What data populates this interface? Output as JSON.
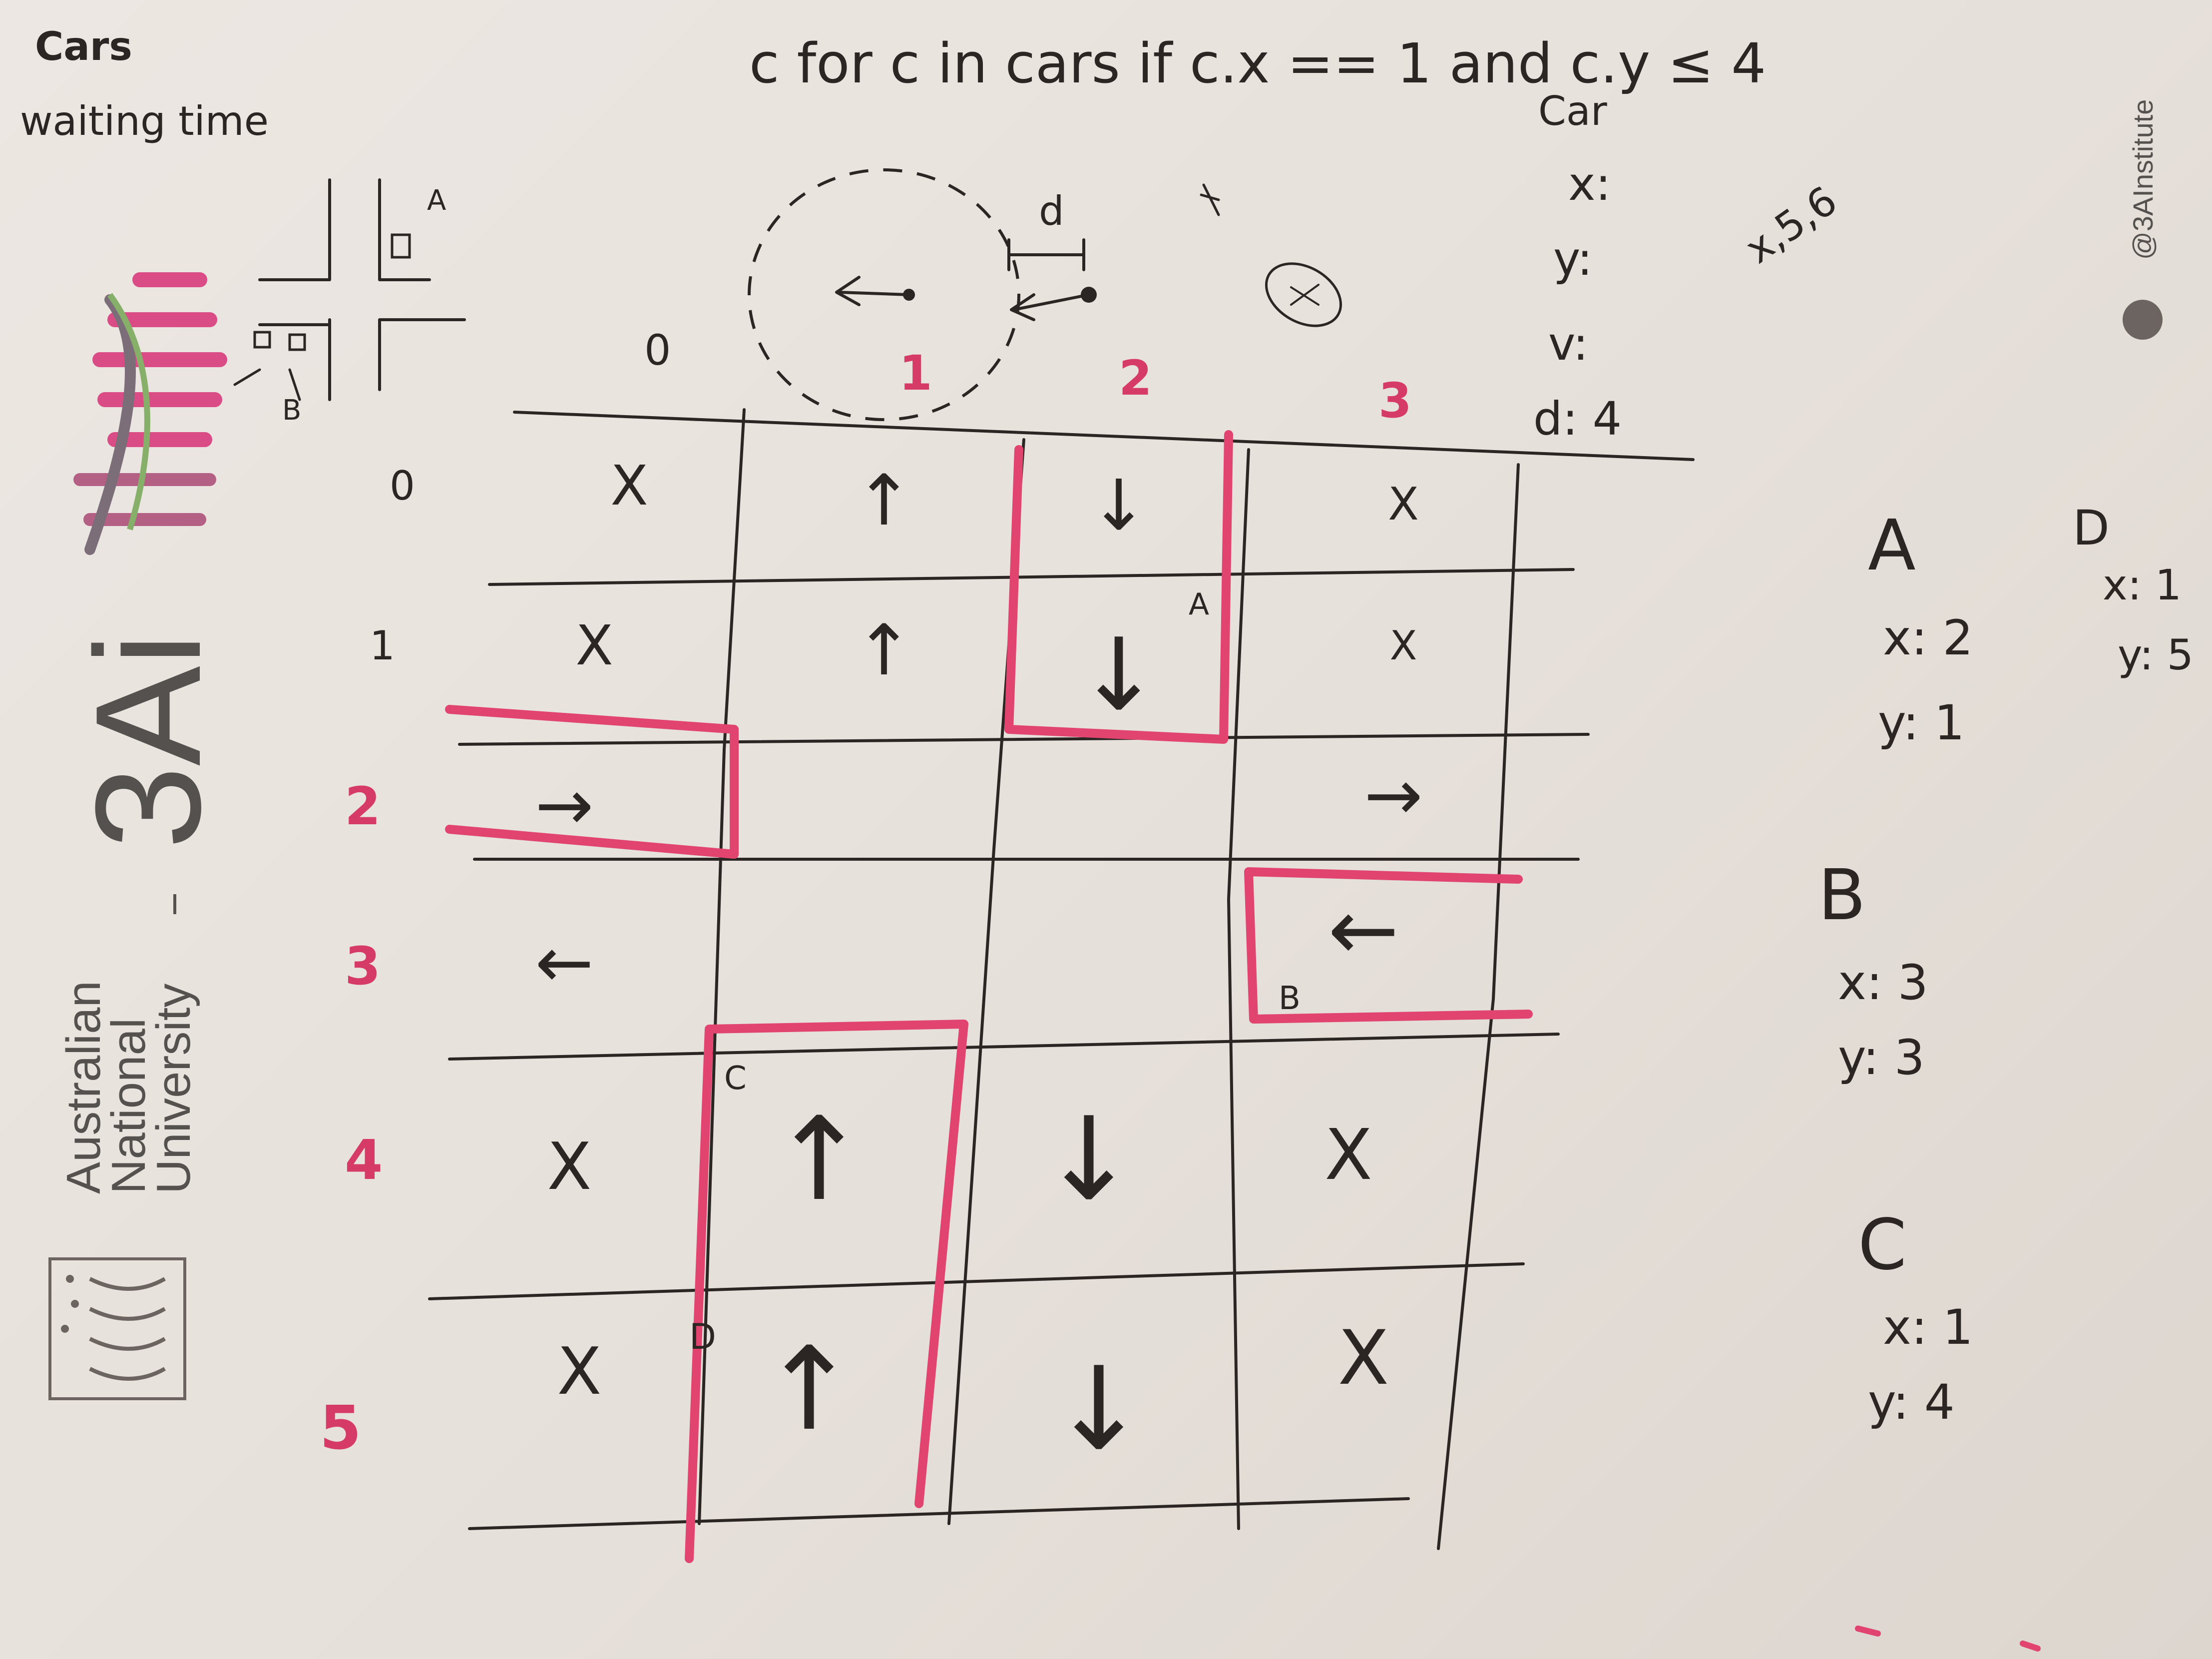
{
  "header": {
    "title_line1": "Cars",
    "title_line2": "waiting time",
    "code": "c for c in cars if c.x == 1 and c.y ≤ 4",
    "struct_title": "Car",
    "struct_fields": [
      "x:",
      "y:",
      "v:",
      "d: 4"
    ],
    "note": "x,5,6",
    "d_label": "d",
    "small_label_a": "A",
    "small_label_b": "B"
  },
  "branding": {
    "logo": "3Ai",
    "university_lines": [
      "Australian",
      "National",
      "University"
    ],
    "handle": "@3AInstitute"
  },
  "grid": {
    "columns": [
      "0",
      "1",
      "2",
      "3"
    ],
    "rows": [
      "0",
      "1",
      "2",
      "3",
      "4",
      "5"
    ],
    "cells": [
      [
        "X",
        "↑",
        "↓",
        "X"
      ],
      [
        "X",
        "↑",
        "↓",
        "X"
      ],
      [
        "→",
        "",
        "",
        "→"
      ],
      [
        "←",
        "",
        "",
        "←"
      ],
      [
        "X",
        "↑",
        "↓",
        "X"
      ],
      [
        "X",
        "↑",
        "↓",
        "X"
      ]
    ],
    "marker_labels": {
      "A": "A",
      "B": "B",
      "C": "C",
      "D": "D"
    }
  },
  "cars": [
    {
      "name": "A",
      "x": "x: 2",
      "y": "y: 1"
    },
    {
      "name": "B",
      "x": "x: 3",
      "y": "y: 3"
    },
    {
      "name": "C",
      "x": "x: 1",
      "y": "y: 4"
    },
    {
      "name": "D",
      "x": "x: 1",
      "y": "y: 5"
    }
  ],
  "colors": {
    "ink": "#2b2623",
    "highlight": "#e0446f",
    "paper": "#ece7e2"
  }
}
